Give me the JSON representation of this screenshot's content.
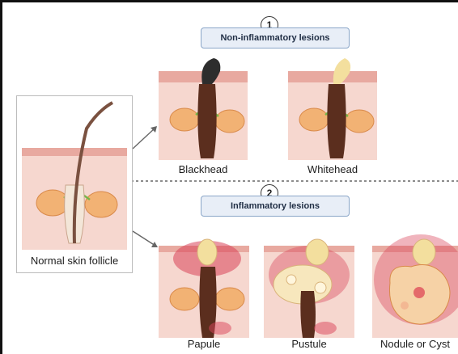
{
  "steps": {
    "one": "1",
    "two": "2"
  },
  "sections": {
    "non_inflammatory": "Non-inflammatory lesions",
    "inflammatory": "Inflammatory lesions"
  },
  "lesions": {
    "blackhead": "Blackhead",
    "whitehead": "Whitehead",
    "papule": "Papule",
    "pustule": "Pustule",
    "nodule_or_cyst": "Nodule or Cyst"
  },
  "normal": {
    "label": "Normal skin follicle"
  },
  "colors": {
    "skin_top": "#e8a9a0",
    "skin_body": "#f6d7cf",
    "hair_brown": "#5b2e1e",
    "gland_orange": "#f2b274",
    "section_box": "#e8eef7",
    "inflammation_red": "#d9435a"
  }
}
